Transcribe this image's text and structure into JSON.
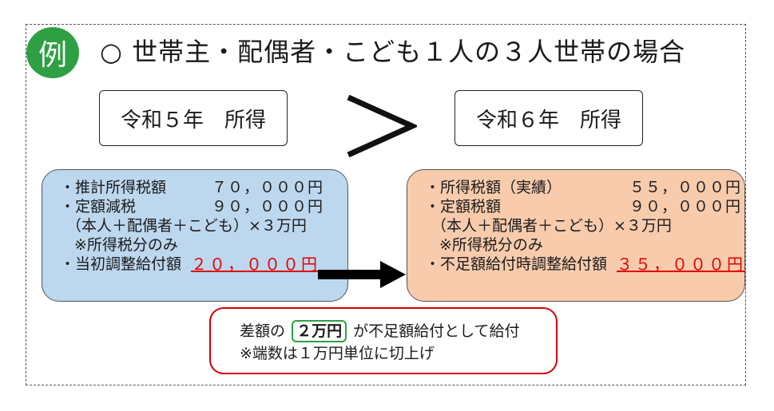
{
  "badge": "例",
  "title": "○ 世帯主・配偶者・こども１人の３人世帯の場合",
  "year_left": "令和５年　所得",
  "year_right": "令和６年　所得",
  "left": {
    "r1_label": "・推計所得税額",
    "r1_value": "７０，０００円",
    "r2_label": "・定額減税",
    "r2_value": "９０，０００円",
    "r3": "（本人＋配偶者＋こども）×３万円",
    "r4": "※所得税分のみ",
    "r5_label": "・当初調整給付額",
    "r5_value": "２０，０００円"
  },
  "right": {
    "r1_label": "・所得税額（実績）",
    "r1_value": "５５，０００円",
    "r2_label": "・定額税額",
    "r2_value": "９０，０００円",
    "r3": "（本人＋配偶者＋こども）×３万円",
    "r4": "※所得税分のみ",
    "r5_label": "・不足額給付時調整給付額",
    "r5_value": "３５，０００円"
  },
  "summary": {
    "prefix": "差額の",
    "amount": "２万円",
    "suffix": "が不足額給付として給付",
    "note": "※端数は１万円単位に切上げ"
  },
  "colors": {
    "badge_green": "#2ea043",
    "left_fill": "#bdd7ee",
    "right_fill": "#f8cbad",
    "highlight_red": "#e00000",
    "summary_border": "#d40000"
  }
}
